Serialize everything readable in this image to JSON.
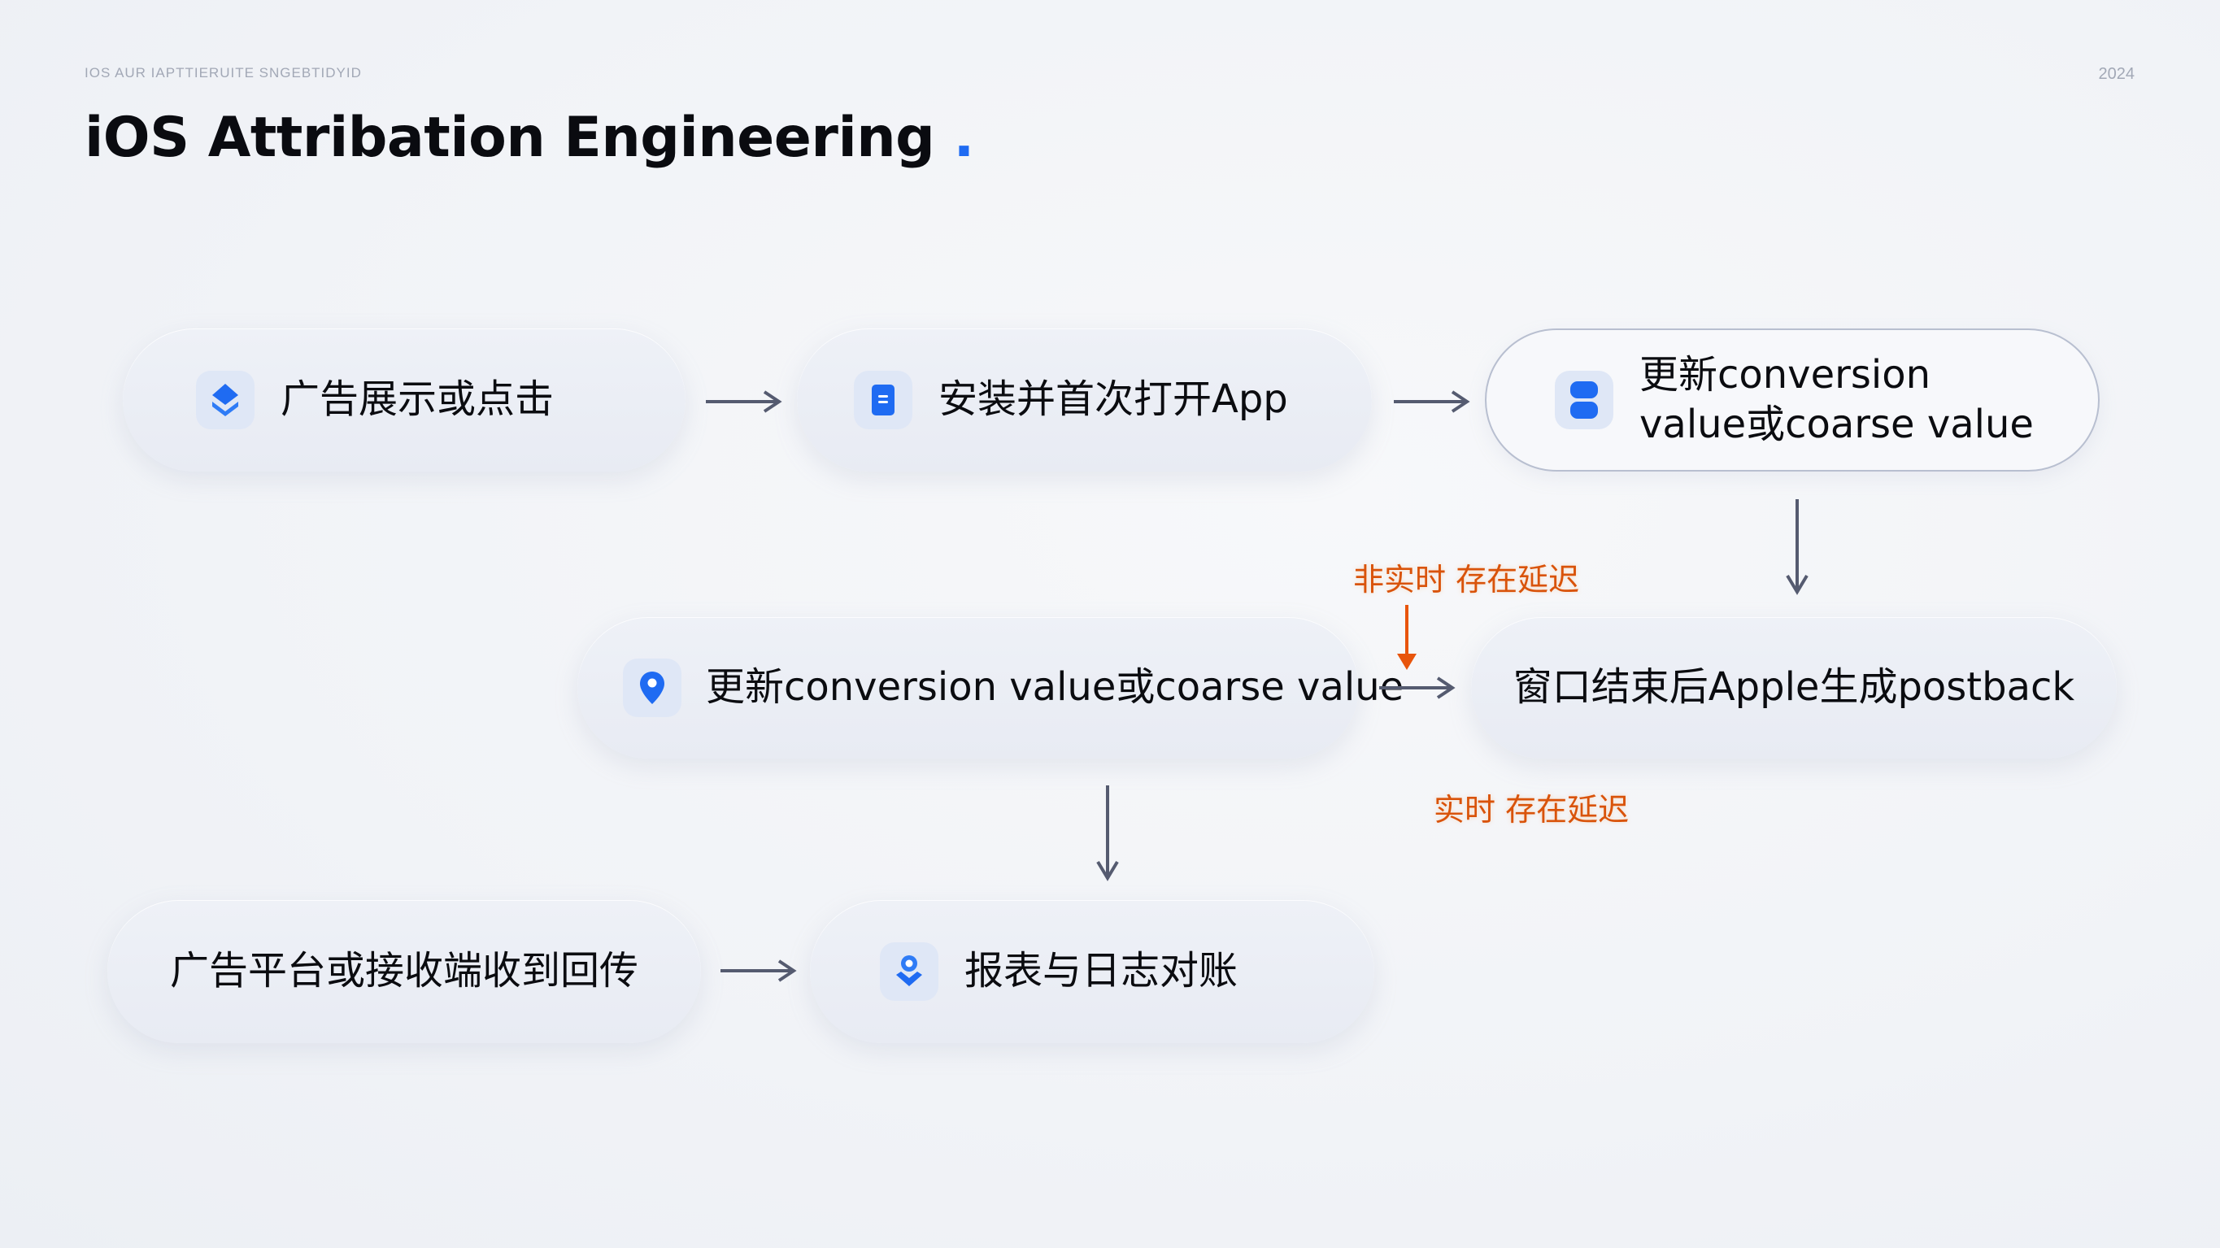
{
  "header": {
    "kicker": "IOS AUR IAPTTIERUITE SNGEBTIDYID",
    "year": "2024",
    "title": "iOS Attribation Engineering",
    "title_dot": "."
  },
  "colors": {
    "accent": "#1f6bf2",
    "annotation": "#d9530a",
    "arrow": "#555b70",
    "text": "#0b0c10"
  },
  "flow": {
    "steps": [
      {
        "id": "ad-impression-click",
        "label": "广告展示或点击",
        "icon": "layers-icon"
      },
      {
        "id": "install-first-open",
        "label": "安装并首次打开App",
        "icon": "document-icon"
      },
      {
        "id": "update-cv-top",
        "label_line1": "更新conversion",
        "label_line2": "value或coarse value",
        "icon": "database-icon"
      },
      {
        "id": "update-cv-middle",
        "label": "更新conversion value或coarse value",
        "icon": "location-pin-icon"
      },
      {
        "id": "apple-postback",
        "label": "窗口结束后Apple生成postback",
        "icon": null
      },
      {
        "id": "platform-receive",
        "label": "广告平台或接收端收到回传",
        "icon": null
      },
      {
        "id": "report-reconcile",
        "label": "报表与日志对账",
        "icon": "location-check-icon"
      }
    ],
    "connections": [
      {
        "from": "ad-impression-click",
        "to": "install-first-open",
        "direction": "right"
      },
      {
        "from": "install-first-open",
        "to": "update-cv-top",
        "direction": "right"
      },
      {
        "from": "update-cv-top",
        "to": "apple-postback",
        "direction": "down"
      },
      {
        "from": "update-cv-middle",
        "to": "apple-postback",
        "direction": "right"
      },
      {
        "from": "update-cv-middle",
        "to": "report-reconcile",
        "direction": "down"
      },
      {
        "from": "platform-receive",
        "to": "report-reconcile",
        "direction": "right"
      }
    ],
    "annotations": [
      {
        "id": "non-realtime-note",
        "text": "非实时 存在延迟"
      },
      {
        "id": "realtime-note",
        "text": "实时 存在延迟"
      }
    ]
  }
}
